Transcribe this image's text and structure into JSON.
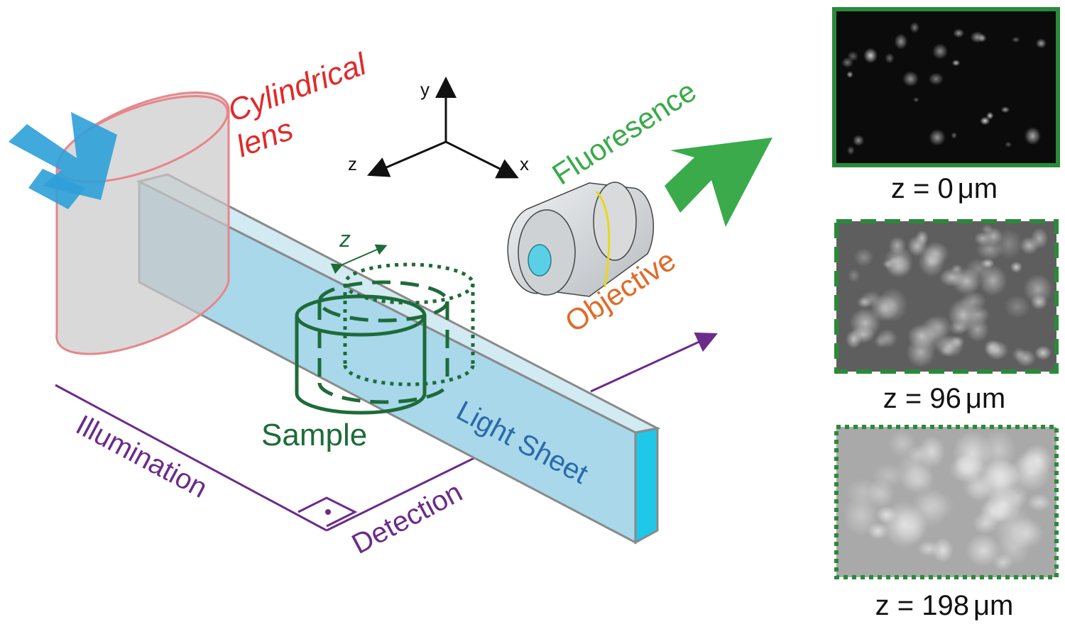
{
  "labels": {
    "cylindrical_line1": "Cylindrical",
    "cylindrical_line2": "lens",
    "fluorescence": "Fluoresence",
    "objective": "Objective",
    "sample": "Sample",
    "light_sheet": "Light Sheet",
    "illumination": "Illumination",
    "detection": "Detection",
    "z_arrow": "z"
  },
  "axes": {
    "y": "y",
    "z": "z",
    "x": "x"
  },
  "panels": [
    {
      "caption_prefix": "z",
      "value": "0",
      "unit": "μm",
      "border_style": "solid",
      "background": "dark",
      "separator": "="
    },
    {
      "caption_prefix": "z",
      "value": "96",
      "unit": "μm",
      "border_style": "dashed",
      "background": "mid",
      "separator": "="
    },
    {
      "caption_prefix": "z",
      "value": "198",
      "unit": "μm",
      "border_style": "dotted",
      "background": "light",
      "separator": "="
    }
  ],
  "colors": {
    "lens": "#e8858a",
    "lens_fill": "#d9d9d9",
    "sheet": "#a8d8ea",
    "sheet_edge": "#1fc8e8",
    "sample": "#1e6b3a",
    "fluorescence": "#3aaa4a",
    "objective_text": "#e06a2a",
    "purple": "#6b2c8a",
    "input_arrow": "#2ea0d8",
    "panel_border": "#2a8a3a"
  }
}
